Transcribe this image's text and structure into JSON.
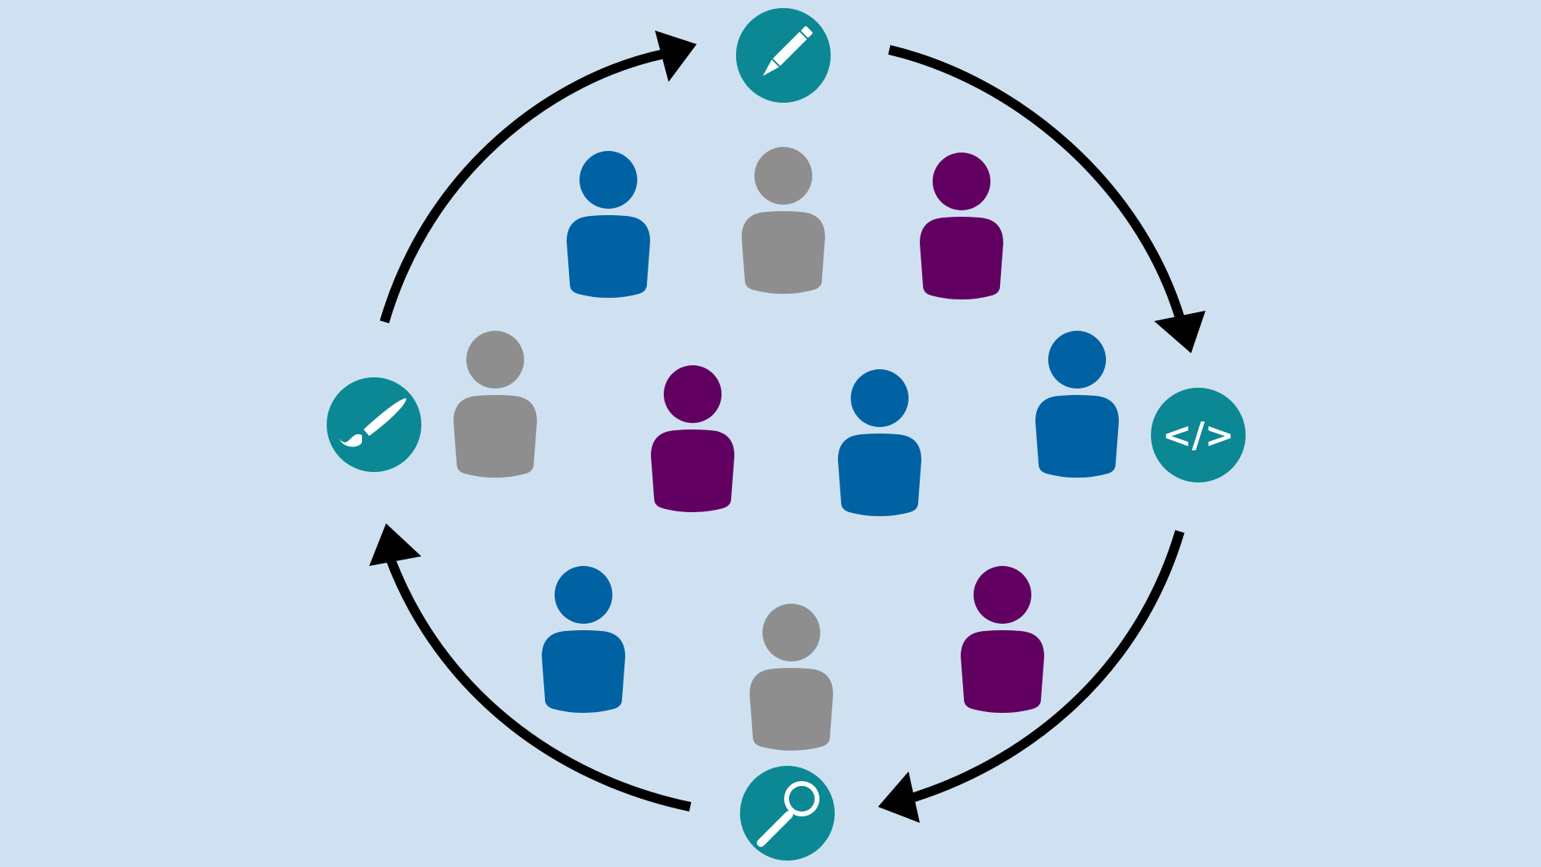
{
  "colors": {
    "background": "#cfe1f1",
    "arrow": "#000000",
    "stage_circle": "#0b8894",
    "icon_stroke": "#ffffff",
    "blue": "#0062a3",
    "gray": "#8e8e8e",
    "purple": "#620062"
  },
  "stages": [
    {
      "id": "top",
      "icon": "pencil-icon"
    },
    {
      "id": "right",
      "icon": "code-icon",
      "label": "</>"
    },
    {
      "id": "bottom",
      "icon": "magnifier-icon"
    },
    {
      "id": "left",
      "icon": "paintbrush-icon"
    }
  ],
  "cycle_direction": "clockwise",
  "people": [
    {
      "color": "blue"
    },
    {
      "color": "gray"
    },
    {
      "color": "purple"
    },
    {
      "color": "gray"
    },
    {
      "color": "purple"
    },
    {
      "color": "blue"
    },
    {
      "color": "blue"
    },
    {
      "color": "blue"
    },
    {
      "color": "gray"
    },
    {
      "color": "purple"
    }
  ]
}
